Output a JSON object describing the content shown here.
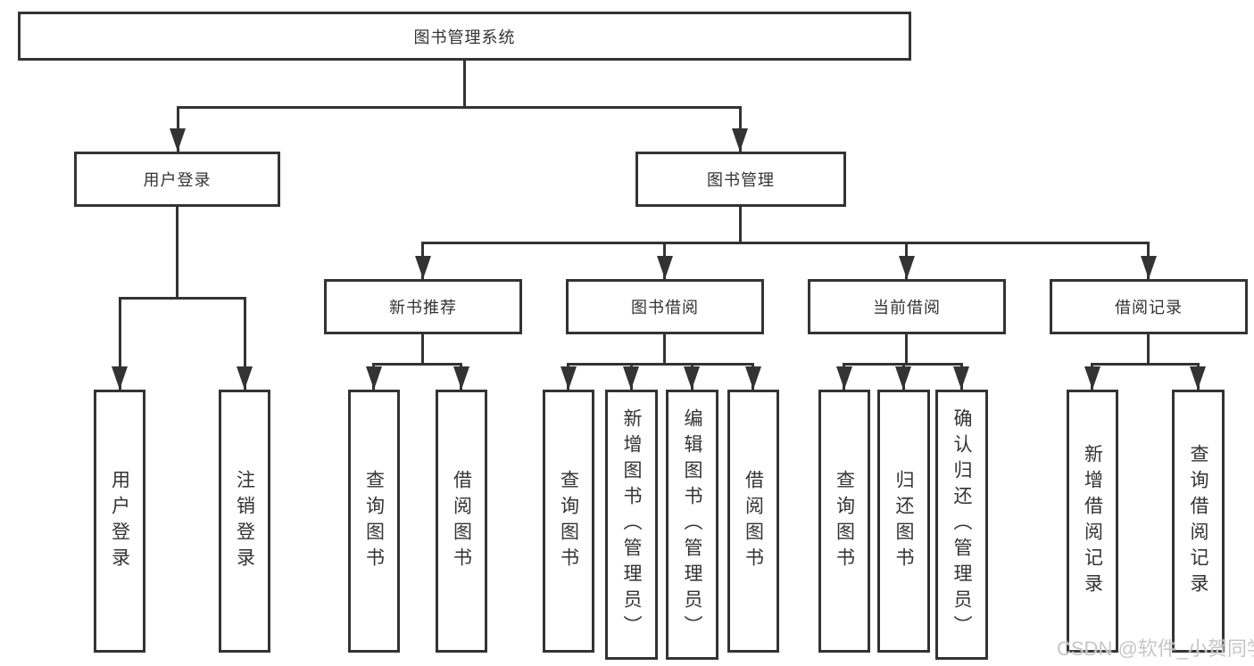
{
  "diagram": {
    "root": "图书管理系统",
    "level2": {
      "user_login": "用户登录",
      "book_mgmt": "图书管理"
    },
    "level3": {
      "new_books": "新书推荐",
      "book_borrow": "图书借阅",
      "current_borrow": "当前借阅",
      "borrow_records": "借阅记录"
    },
    "leaves": {
      "user_login": [
        "用户登录",
        "注销登录"
      ],
      "new_books": [
        "查询图书",
        "借阅图书"
      ],
      "book_borrow": [
        "查询图书",
        "新增图书（管理员）",
        "编辑图书（管理员）",
        "借阅图书"
      ],
      "current_borrow": [
        "查询图书",
        "归还图书",
        "确认归还（管理员）"
      ],
      "borrow_records": [
        "新增借阅记录",
        "查询借阅记录"
      ]
    }
  },
  "watermark": "CSDN @软件_小贺同学",
  "colors": {
    "line": "#333333",
    "box_border": "#333333",
    "box_background": "#ffffff",
    "text": "#333333",
    "watermark": "#c6c6c6",
    "page_background": "#ffffff"
  }
}
